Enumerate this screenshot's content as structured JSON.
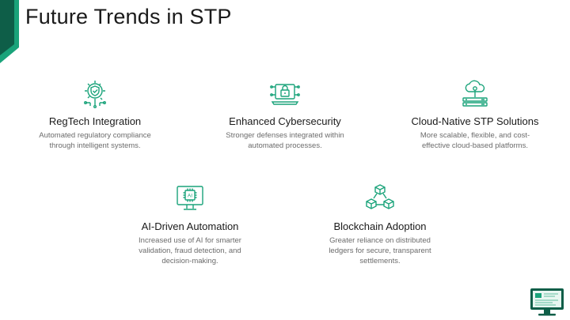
{
  "title": "Future Trends in STP",
  "colors": {
    "accent": "#1aa37a",
    "dark_accent": "#0e5e48",
    "text": "#1a1a1a",
    "muted": "#6b6b6b"
  },
  "cards": [
    {
      "icon": "gear-shield-check-icon",
      "heading": "RegTech Integration",
      "desc_lines": [
        "Automated regulatory compliance",
        "through intelligent systems."
      ]
    },
    {
      "icon": "laptop-lock-icon",
      "heading": "Enhanced Cybersecurity",
      "desc_lines": [
        "Stronger defenses integrated within",
        "automated processes."
      ]
    },
    {
      "icon": "cloud-server-icon",
      "heading": "Cloud-Native STP Solutions",
      "desc_lines": [
        "More scalable, flexible, and cost-",
        "effective cloud-based platforms."
      ]
    },
    {
      "icon": "ai-monitor-icon",
      "heading": "AI-Driven Automation",
      "desc_lines": [
        "Increased use of AI for smarter",
        "validation, fraud detection, and",
        "decision-making."
      ]
    },
    {
      "icon": "blockchain-cubes-icon",
      "heading": "Blockchain Adoption",
      "desc_lines": [
        "Greater reliance on distributed",
        "ledgers for secure, transparent",
        "settlements."
      ]
    }
  ]
}
